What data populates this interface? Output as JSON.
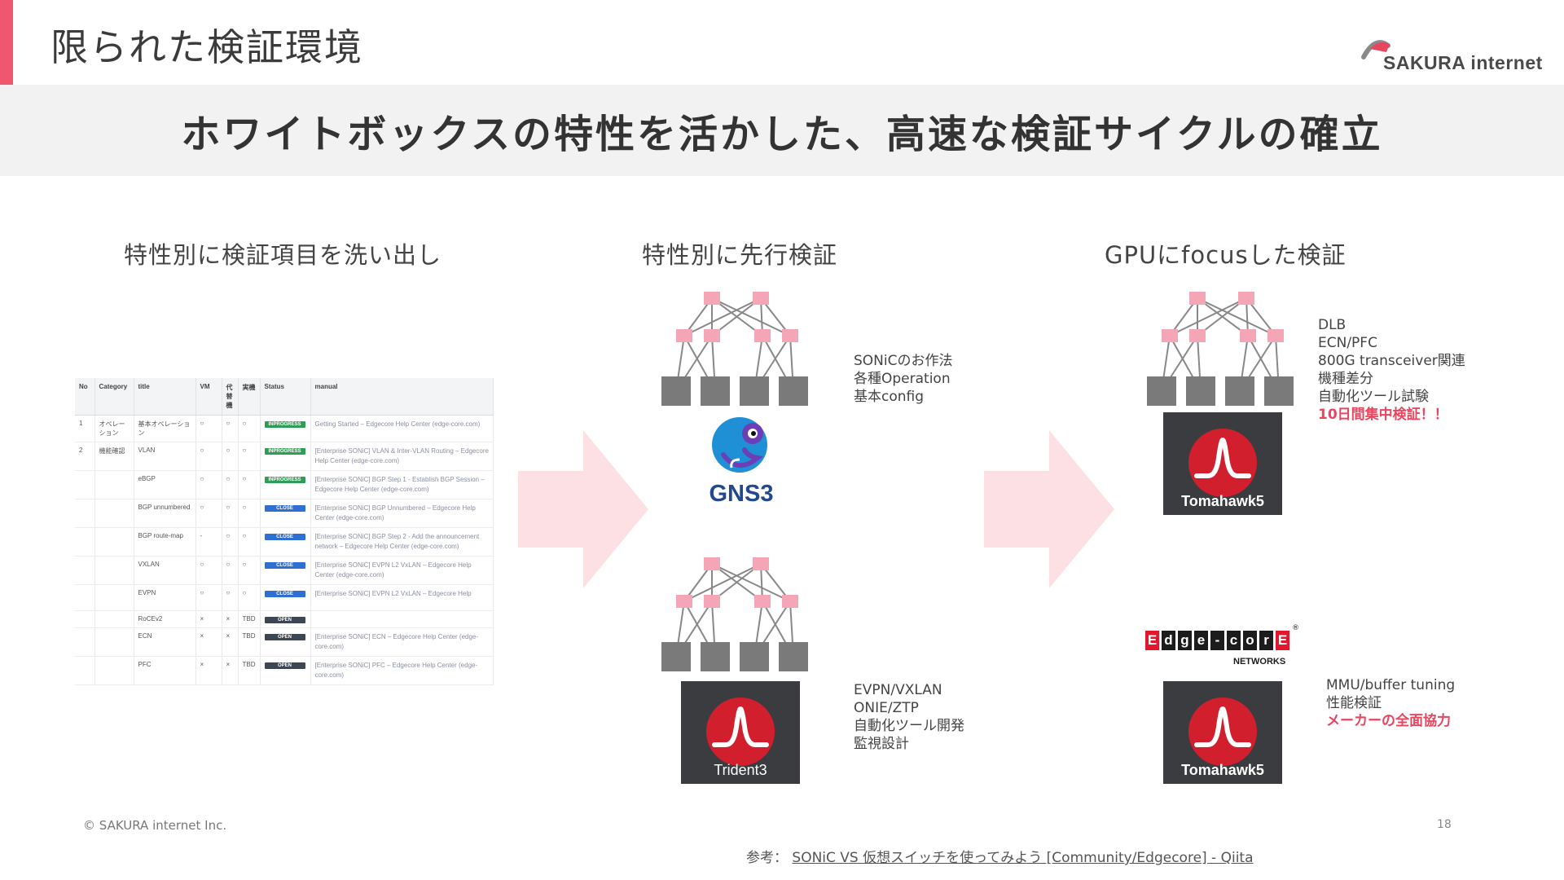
{
  "header": {
    "title": "限られた検証環境",
    "logo_text": "SAKURA internet"
  },
  "banner": {
    "text": "ホワイトボックスの特性を活かした、高速な検証サイクルの確立"
  },
  "columns": [
    {
      "title": "特性別に検証項目を洗い出し"
    },
    {
      "title": "特性別に先行検証"
    },
    {
      "title": "GPUにfocusした検証"
    }
  ],
  "table": {
    "headers": [
      "No",
      "Category",
      "title",
      "VM",
      "代替機",
      "実機",
      "Status",
      "manual"
    ],
    "rows": [
      {
        "no": "1",
        "category": "オペレーション",
        "title": "基本オペレーション",
        "vm": "○",
        "alt": "○",
        "real": "○",
        "status": "INPROGRESS",
        "manual": "Getting Started – Edgecore Help Center (edge-core.com)"
      },
      {
        "no": "2",
        "category": "機能確認",
        "title": "VLAN",
        "vm": "○",
        "alt": "○",
        "real": "○",
        "status": "INPROGRESS",
        "manual": "[Enterprise SONiC] VLAN & Inter-VLAN Routing – Edgecore Help Center (edge-core.com)"
      },
      {
        "no": "",
        "category": "",
        "title": "eBGP",
        "vm": "○",
        "alt": "○",
        "real": "○",
        "status": "INPROGRESS",
        "manual": "[Enterprise SONiC] BGP Step 1 - Establish BGP Session – Edgecore Help Center (edge-core.com)"
      },
      {
        "no": "",
        "category": "",
        "title": "BGP unnumbered",
        "vm": "○",
        "alt": "○",
        "real": "○",
        "status": "CLOSE",
        "manual": "[Enterprise SONiC] BGP Unnumbered – Edgecore Help Center (edge-core.com)"
      },
      {
        "no": "",
        "category": "",
        "title": "BGP route-map",
        "vm": "-",
        "alt": "○",
        "real": "○",
        "status": "CLOSE",
        "manual": "[Enterprise SONiC] BGP Step 2 - Add the announcement network – Edgecore Help Center (edge-core.com)"
      },
      {
        "no": "",
        "category": "",
        "title": "VXLAN",
        "vm": "○",
        "alt": "○",
        "real": "○",
        "status": "CLOSE",
        "manual": "[Enterprise SONiC] EVPN L2 VxLAN – Edgecore Help Center (edge-core.com)"
      },
      {
        "no": "",
        "category": "",
        "title": "EVPN",
        "vm": "○",
        "alt": "○",
        "real": "○",
        "status": "CLOSE",
        "manual": "[Enterprise SONiC] EVPN L2 VxLAN – Edgecore Help"
      },
      {
        "no": "",
        "category": "",
        "title": "RoCEv2",
        "vm": "×",
        "alt": "×",
        "real": "TBD",
        "status": "OPEN",
        "manual": ""
      },
      {
        "no": "",
        "category": "",
        "title": "ECN",
        "vm": "×",
        "alt": "×",
        "real": "TBD",
        "status": "OPEN",
        "manual": "[Enterprise SONiC] ECN – Edgecore Help Center (edge-core.com)"
      },
      {
        "no": "",
        "category": "",
        "title": "PFC",
        "vm": "×",
        "alt": "×",
        "real": "TBD",
        "status": "OPEN",
        "manual": "[Enterprise SONiC] PFC – Edgecore Help Center (edge-core.com)"
      }
    ]
  },
  "notes": {
    "gns3": [
      "SONiCのお作法",
      "各種Operation",
      "基本config"
    ],
    "trident": [
      "EVPN/VXLAN",
      "ONIE/ZTP",
      "自動化ツール開発",
      "監視設計"
    ],
    "gpu_top": [
      "DLB",
      "ECN/PFC",
      "800G transceiver関連",
      "機種差分",
      "自動化ツール試験"
    ],
    "gpu_top_highlight": "10日間集中検証！！",
    "gpu_bottom": [
      "MMU/buffer tuning",
      "性能検証"
    ],
    "gpu_bottom_highlight": "メーカーの全面協力"
  },
  "chips": {
    "trident": "Trident3",
    "tomahawk_top": "Tomahawk5",
    "tomahawk_bottom": "Tomahawk5"
  },
  "logos": {
    "gns3": "GNS3",
    "edgecore_letters": [
      "E",
      "d",
      "g",
      "e",
      "-",
      "c",
      "o",
      "r",
      "E"
    ],
    "edgecore_sub": "NETWORKS",
    "edgecore_reg": "®"
  },
  "footer": {
    "copyright": "© SAKURA internet Inc.",
    "page": "18",
    "ref_prefix": "参考：",
    "ref_link": "SONiC VS 仮想スイッチを使ってみよう [Community/Edgecore] - Qiita"
  },
  "colors": {
    "accent": "#f0566f",
    "highlight": "#e8455f",
    "arrow": "#fde0e4",
    "spine_node": "#f4a6b6",
    "leaf_node": "#7a7a7a",
    "inprogress": "#2e9e55",
    "close": "#2f6fd1",
    "open": "#3d4653"
  }
}
